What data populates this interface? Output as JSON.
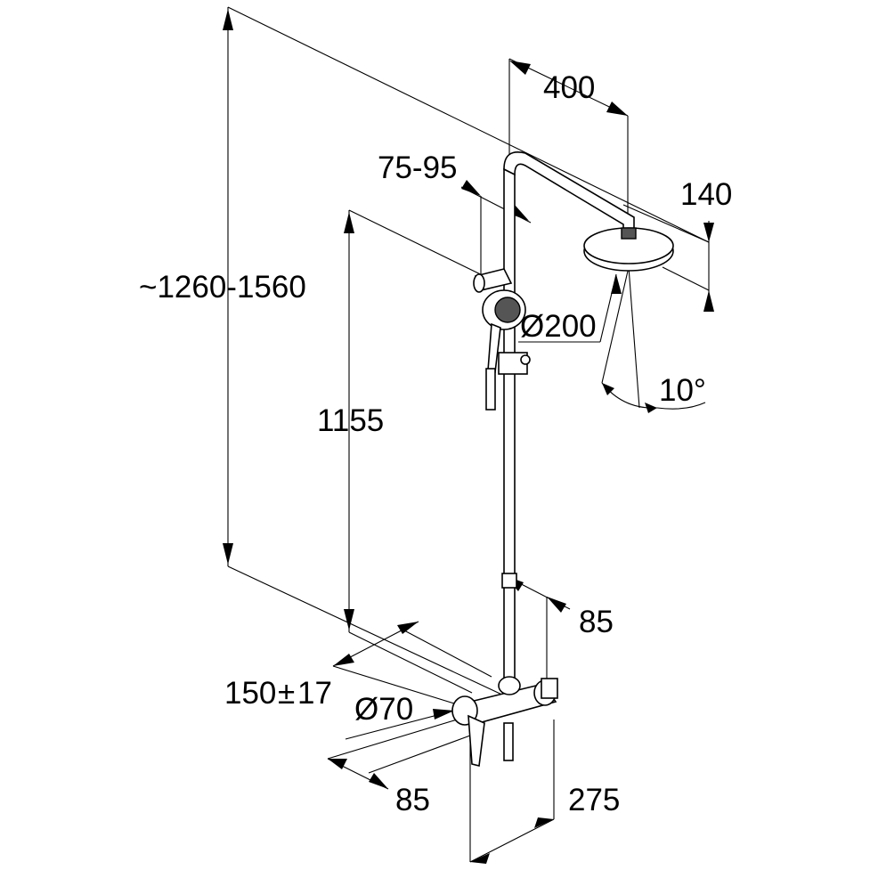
{
  "drawing": {
    "labels": {
      "total_height": "~1260-1560",
      "arm_length": "400",
      "wall_distance_top": "75-95",
      "head_height": "140",
      "head_diameter": "Ø200",
      "tilt_angle": "10°",
      "rail_height": "1155",
      "rail_wall_offset": "85",
      "mixer_centers": "150",
      "mixer_centers_tol": "±",
      "mixer_centers_tol_value": "17",
      "mixer_rosette": "Ø70",
      "mixer_offset": "85",
      "mixer_length": "275"
    }
  }
}
